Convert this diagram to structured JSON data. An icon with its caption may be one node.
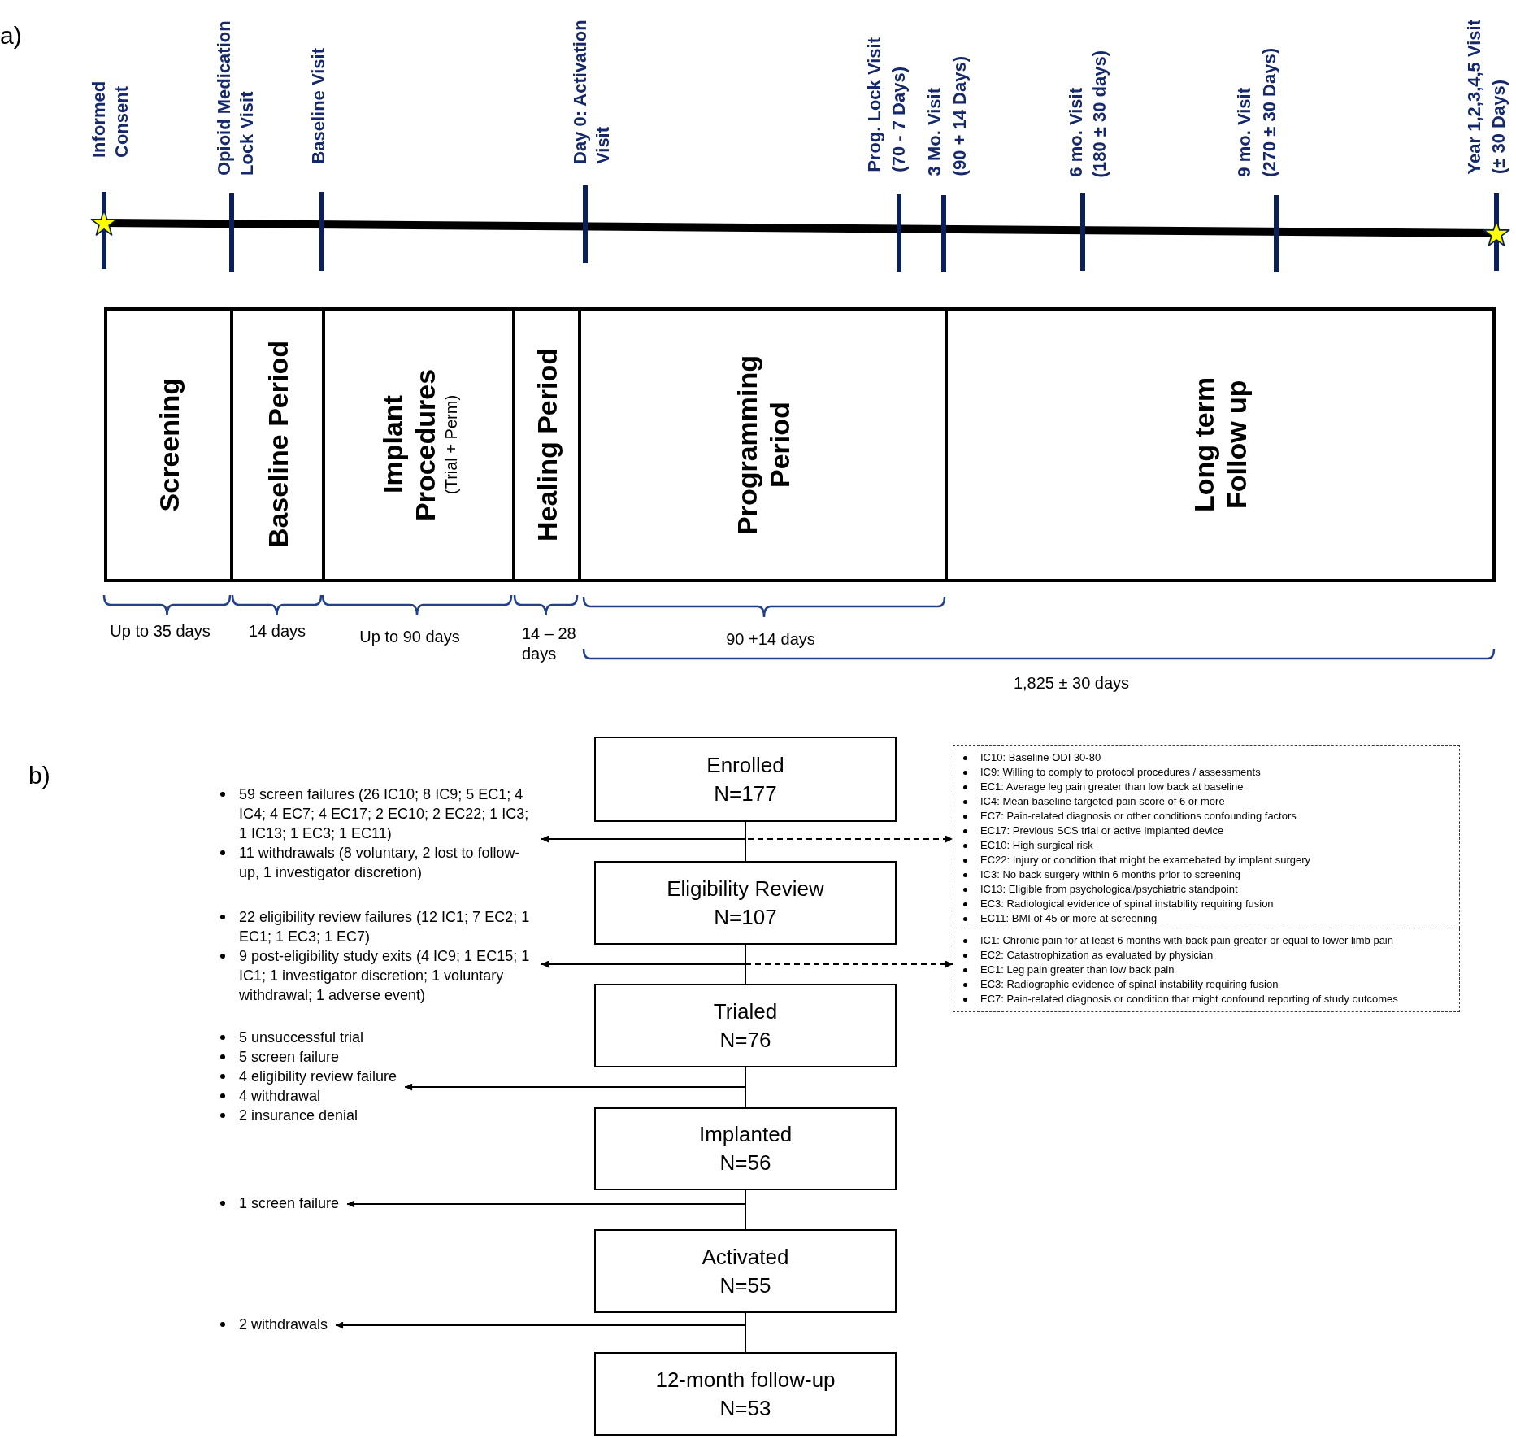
{
  "diagram": {
    "nodes": [
      {
        "text": [
          "Screening"
        ],
        "beside": [
          "Up to 35 days"
        ]
      },
      {
        "text": [
          "Baseline Period"
        ],
        "beside": [
          "14 days"
        ]
      },
      {
        "text": [
          "Implant Procedures",
          "(Trial + Perm)"
        ],
        "beside": [
          "Up to 90 days"
        ]
      },
      {
        "text": [
          "Healing Period"
        ],
        "beside": [
          "14 – 28 days"
        ]
      },
      {
        "text": [
          "Programming Period"
        ],
        "beside": [
          "90 +14 days"
        ]
      },
      {
        "text": [
          "Long term Follow up"
        ]
      },
      {
        "text": [
          "Enrolled",
          "N=177"
        ]
      },
      {
        "text": [
          "59 screen failures (26 IC10; 8 IC9; 5 EC1; 4 IC4; 4 EC7; 4 EC17; 2 EC10; 2 EC22; 1 IC3; 1 IC13; 1 EC3; 1 EC11)",
          "11 withdrawals (8 voluntary, 2 lost to follow-up, 1 investigator discretion)"
        ]
      },
      {
        "text": [
          "IC10: Baseline ODI 30-80",
          "IC9: Willing to comply to protocol procedures / assessments",
          "EC1: Average leg pain greater than low back at baseline",
          "IC4: Mean baseline targeted pain score of 6 or more",
          "EC7: Pain-related diagnosis or other conditions confounding factors",
          "EC17: Previous SCS trial or active implanted device",
          "EC10: High surgical risk",
          "EC22: Injury or condition that might be exarcebated by implant surgery",
          "IC3: No back surgery within 6 months prior to screening",
          "IC13: Eligible from psychological/psychiatric standpoint",
          "EC3: Radiological evidence of spinal instability requiring fusion",
          "EC11: BMI of 45 or more at screening"
        ]
      },
      {
        "text": [
          "Eligibility Review",
          "N=107"
        ]
      },
      {
        "text": [
          "22 eligibility review failures (12 IC1; 7 EC2; 1 EC1; 1 EC3; 1 EC7)",
          "9 post-eligibility study exits (4 IC9; 1 EC15; 1 IC1; 1 investigator discretion; 1 voluntary withdrawal; 1 adverse event)"
        ]
      },
      {
        "text": [
          "IC1: Chronic pain for at least 6 months with back pain greater or equal to lower limb pain",
          "EC2: Catastrophization as evaluated by physician",
          "EC1: Leg pain greater than low back pain",
          "EC3: Radiographic evidence of spinal instability requiring fusion",
          "EC7: Pain-related diagnosis or condition that might confound reporting of study outcomes"
        ]
      },
      {
        "text": [
          "Trialed",
          "N=76"
        ]
      },
      {
        "text": [
          "5 unsuccessful trial",
          "5 screen failure",
          "4 eligibility review failure",
          "4 withdrawal",
          "2 insurance denial"
        ]
      },
      {
        "text": [
          "Implanted",
          "N=56"
        ]
      },
      {
        "text": [
          "1 screen failure"
        ]
      },
      {
        "text": [
          "Activated",
          "N=55"
        ]
      },
      {
        "text": [
          "2 withdrawals"
        ]
      },
      {
        "text": [
          "12-month follow-up",
          "N=53"
        ]
      }
    ],
    "edges": [
      {
        "from": 6,
        "to": 9,
        "arrow": "none"
      },
      {
        "from": 6,
        "to": 7,
        "arrow": "to"
      },
      {
        "from": 6,
        "to": 8,
        "arrow": "to",
        "style": "dashed"
      },
      {
        "from": 9,
        "to": 12,
        "arrow": "none"
      },
      {
        "from": 9,
        "to": 10,
        "arrow": "to"
      },
      {
        "from": 9,
        "to": 11,
        "arrow": "to",
        "style": "dashed"
      },
      {
        "from": 12,
        "to": 14,
        "arrow": "none"
      },
      {
        "from": 12,
        "to": 13,
        "arrow": "to"
      },
      {
        "from": 14,
        "to": 16,
        "arrow": "none"
      },
      {
        "from": 14,
        "to": 15,
        "arrow": "to"
      },
      {
        "from": 16,
        "to": 18,
        "arrow": "none"
      },
      {
        "from": 16,
        "to": 17,
        "arrow": "to"
      }
    ],
    "labels": [
      "a)",
      "Informed Consent",
      "Opioid Medication Lock Visit",
      "Baseline Visit",
      "Day 0: Activation Visit",
      "Prog. Lock Visit",
      "(70 - 7 Days)",
      "3 Mo. Visit",
      "(90 + 14 Days)",
      "6 mo. Visit",
      "(180 ± 30 days)",
      "9 mo. Visit",
      "(270 ± 30 Days)",
      "Year 1,2,3,4,5 Visit",
      "(± 30 Days)",
      "1,825 ± 30 days",
      "b)"
    ]
  }
}
